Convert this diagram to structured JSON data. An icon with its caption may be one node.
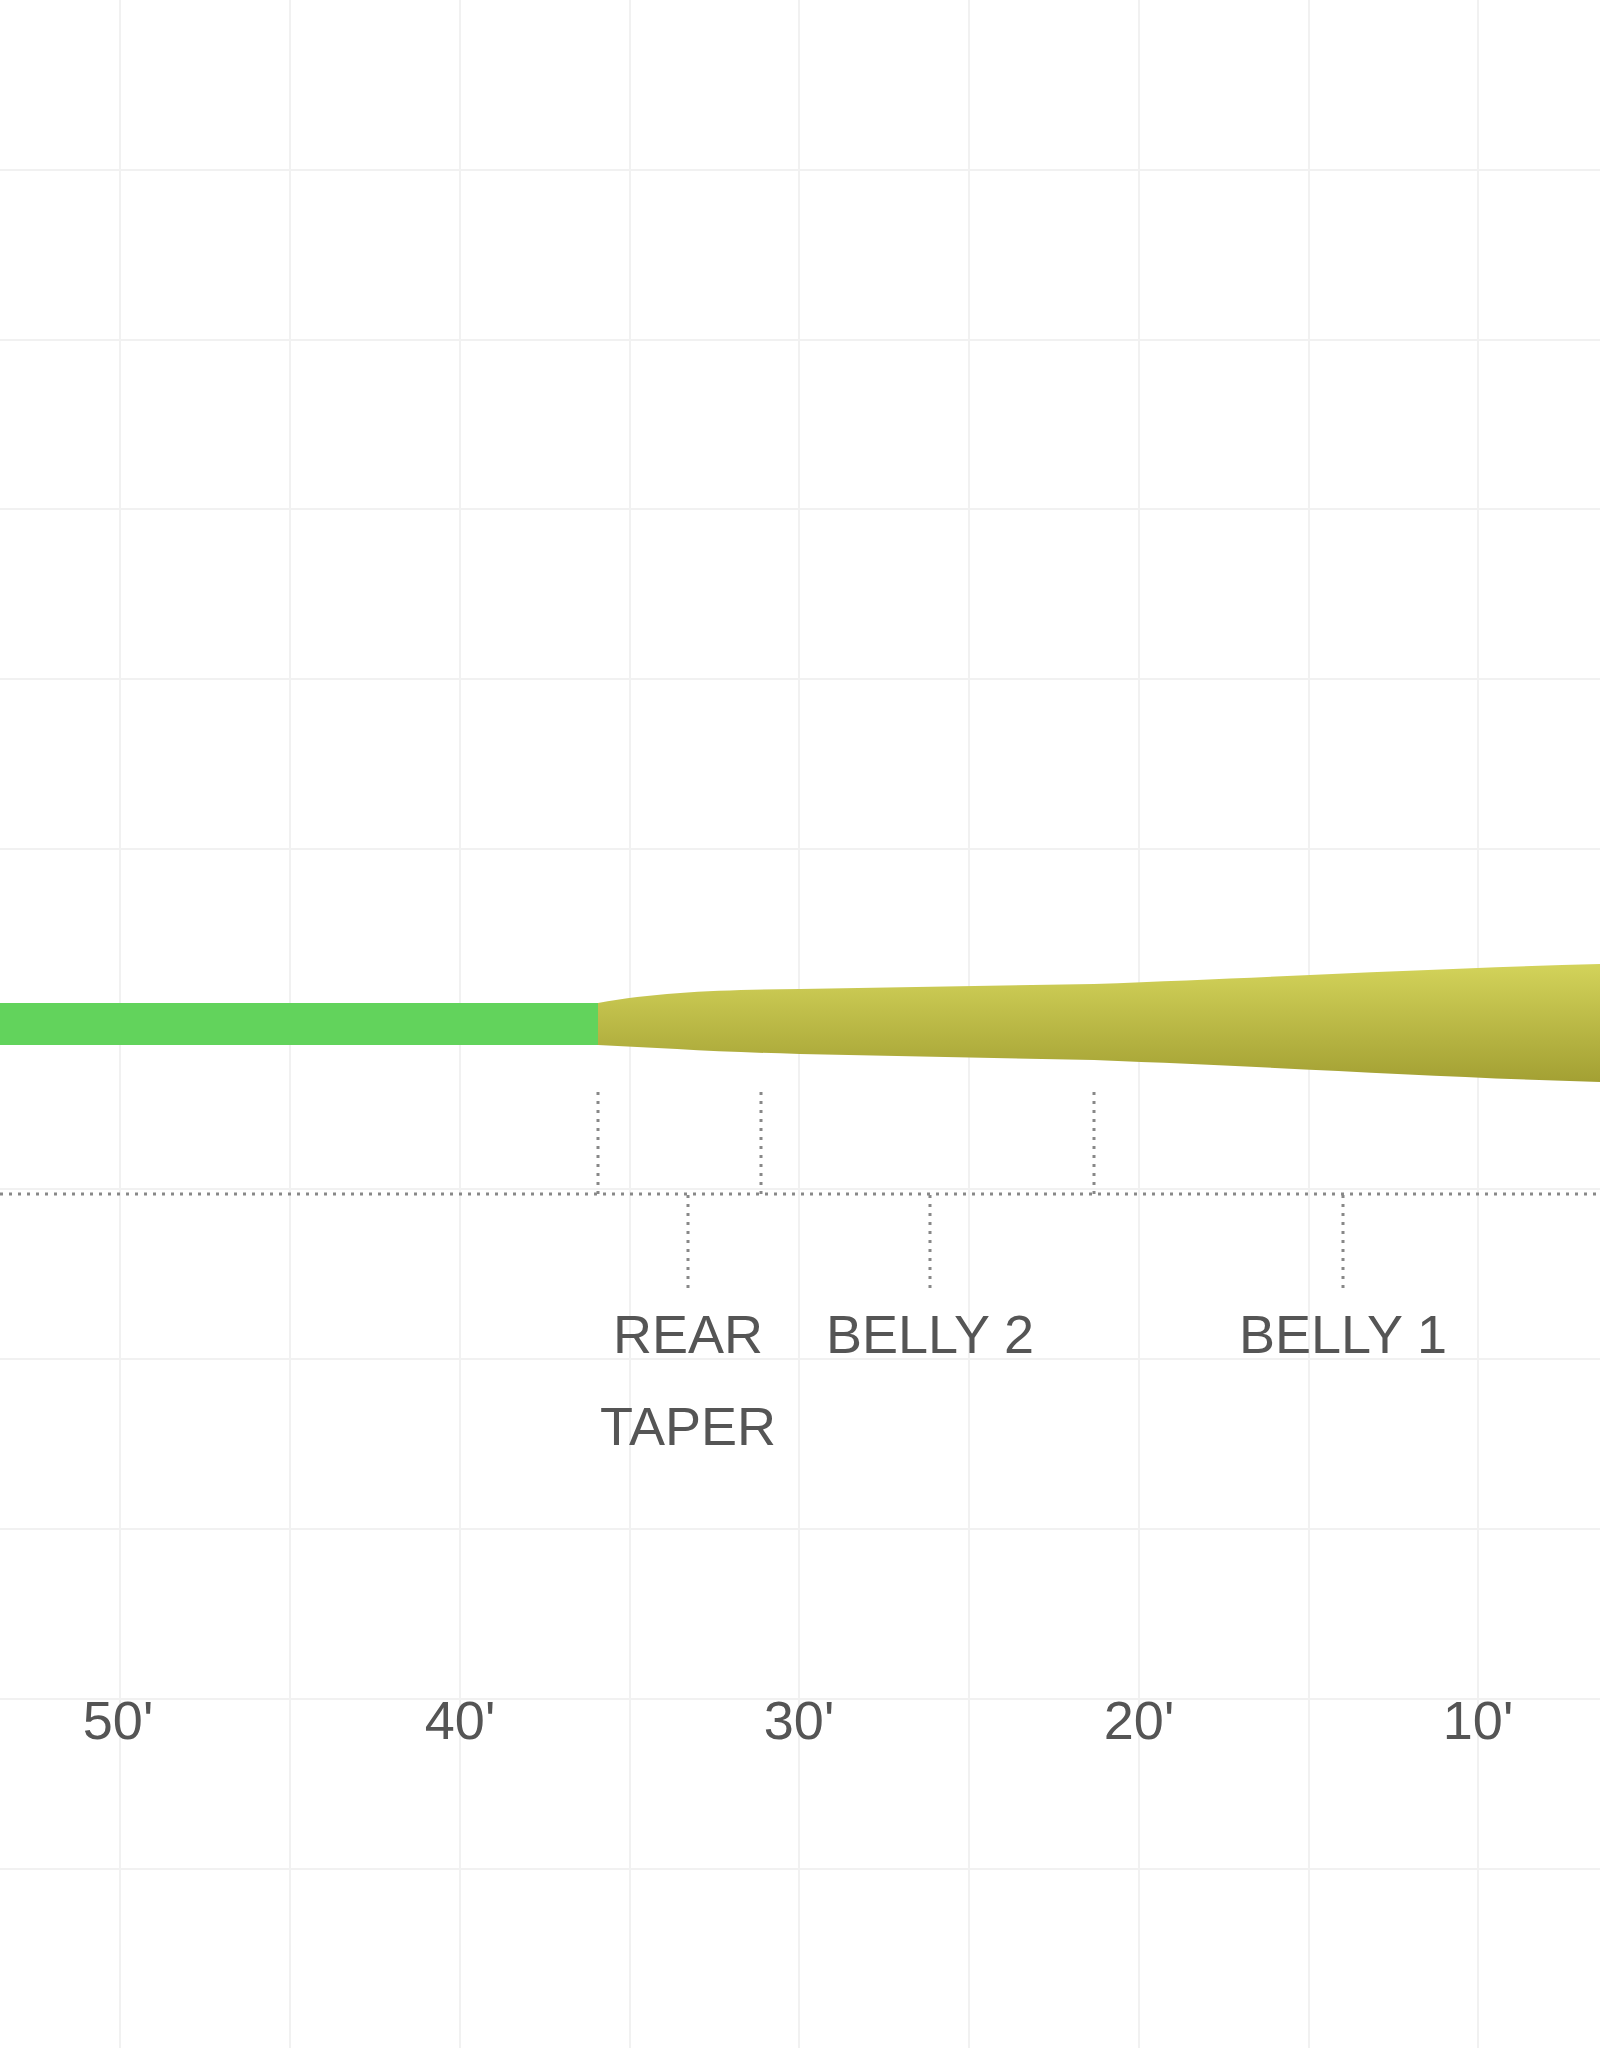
{
  "diagram": {
    "nodes": [
      {
        "text": [
          "REAR TAPER"
        ]
      },
      {
        "text": [
          "BELLY 2"
        ]
      },
      {
        "text": [
          "BELLY 1"
        ]
      }
    ],
    "edges": [
      {
        "from": 0,
        "to": null,
        "arrow": "none"
      },
      {
        "from": 1,
        "to": null,
        "arrow": "none"
      },
      {
        "from": 2,
        "to": null,
        "arrow": "none"
      }
    ],
    "labels": [
      "50'",
      "40'",
      "30'",
      "20'",
      "10'"
    ]
  }
}
